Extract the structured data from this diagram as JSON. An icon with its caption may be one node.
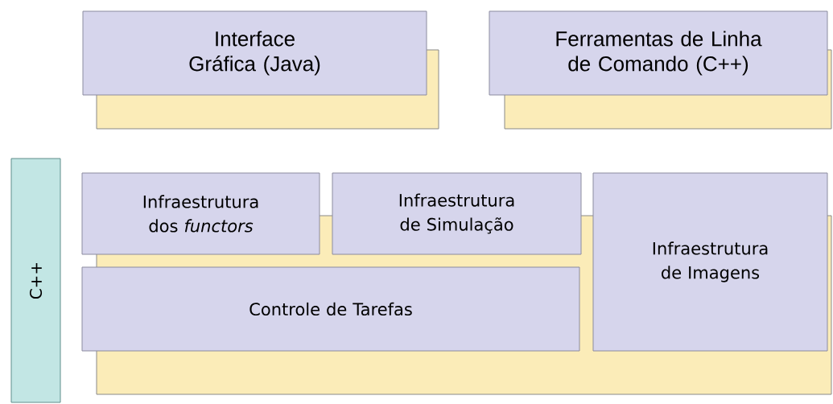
{
  "diagram": {
    "nodes": [
      {
        "text": [
          "Interface Gráfica (Java)"
        ]
      },
      {
        "text": [
          "Ferramentas de Linha de Comando (C++)"
        ]
      },
      {
        "text": [
          "C++"
        ]
      },
      {
        "text": [
          "Infraestrutura dos *functors*"
        ]
      },
      {
        "text": [
          "Infraestrutura de Simulação"
        ]
      },
      {
        "text": [
          "Infraestrutura de Imagens"
        ]
      },
      {
        "text": [
          "Controle de Tarefas"
        ]
      }
    ]
  }
}
